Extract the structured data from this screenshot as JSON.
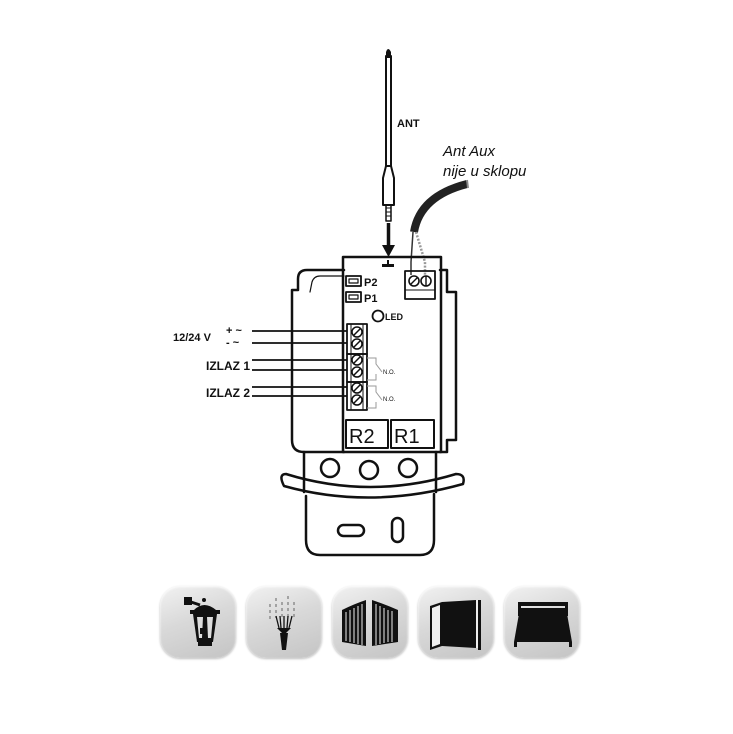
{
  "diagram": {
    "antenna_label": "ANT",
    "aux_antenna_label_line1": "Ant Aux",
    "aux_antenna_label_line2": "nije u sklopu",
    "jumpers": [
      {
        "label": "P2"
      },
      {
        "label": "P1"
      }
    ],
    "led_label": "LED",
    "power": {
      "label": "12/24 V",
      "plus_symbol": "+ ~",
      "minus_symbol": "- ~"
    },
    "outputs": [
      {
        "label": "IZLAZ 1",
        "contact": "N.O."
      },
      {
        "label": "IZLAZ 2",
        "contact": "N.O."
      }
    ],
    "relays": [
      {
        "label": "R2"
      },
      {
        "label": "R1"
      }
    ]
  },
  "application_icons": [
    {
      "name": "lantern-light-icon"
    },
    {
      "name": "garden-sprinkler-light-icon"
    },
    {
      "name": "swing-gate-icon"
    },
    {
      "name": "door-icon"
    },
    {
      "name": "garage-door-icon"
    }
  ],
  "colors": {
    "line": "#111111",
    "icon_bg_light": "#f2f2f2",
    "icon_bg_dark": "#c4c4c4",
    "no_contact": "#9a9a9a"
  }
}
